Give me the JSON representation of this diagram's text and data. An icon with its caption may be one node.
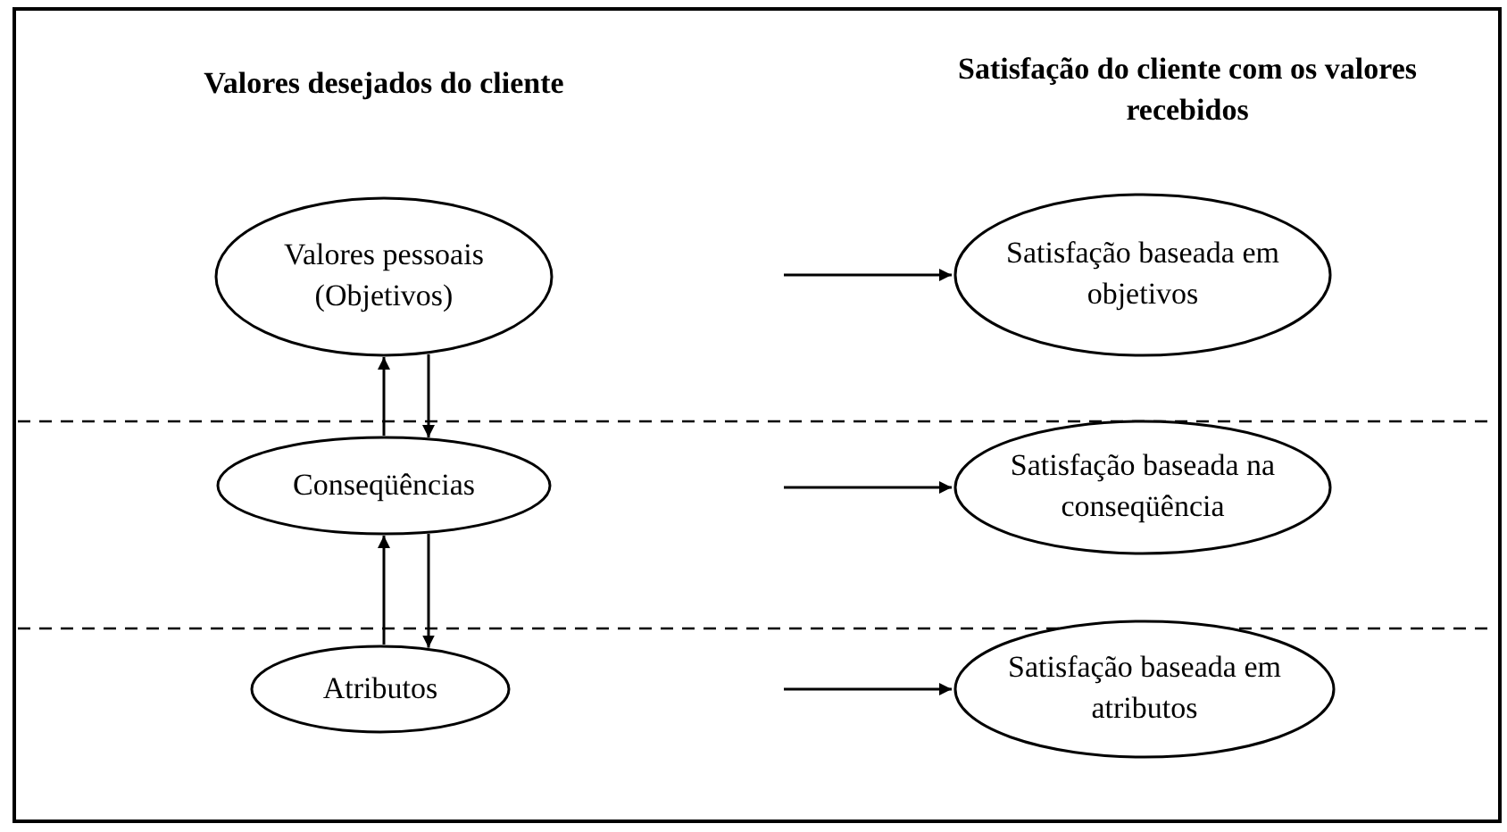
{
  "diagram": {
    "nodes": [
      {
        "text": [
          "Valores pessoais (Objetivos)"
        ]
      },
      {
        "text": [
          "Conseqüências"
        ]
      },
      {
        "text": [
          "Atributos"
        ]
      },
      {
        "text": [
          "Satisfação baseada em objetivos"
        ]
      },
      {
        "text": [
          "Satisfação baseada na conseqüência"
        ]
      },
      {
        "text": [
          "Satisfação baseada em atributos"
        ]
      }
    ],
    "edges": [
      {
        "from": null,
        "to": 3,
        "arrow": "to"
      },
      {
        "from": 1,
        "to": 0,
        "arrow": "to"
      },
      {
        "from": 0,
        "to": 1,
        "arrow": "to"
      },
      {
        "from": null,
        "to": 4,
        "arrow": "to"
      },
      {
        "from": 2,
        "to": 1,
        "arrow": "to"
      },
      {
        "from": 1,
        "to": 2,
        "arrow": "to"
      },
      {
        "from": null,
        "to": 5,
        "arrow": "to"
      }
    ],
    "labels": [
      "Valores desejados do cliente",
      "Satisfação do cliente com os valores recebidos"
    ]
  }
}
